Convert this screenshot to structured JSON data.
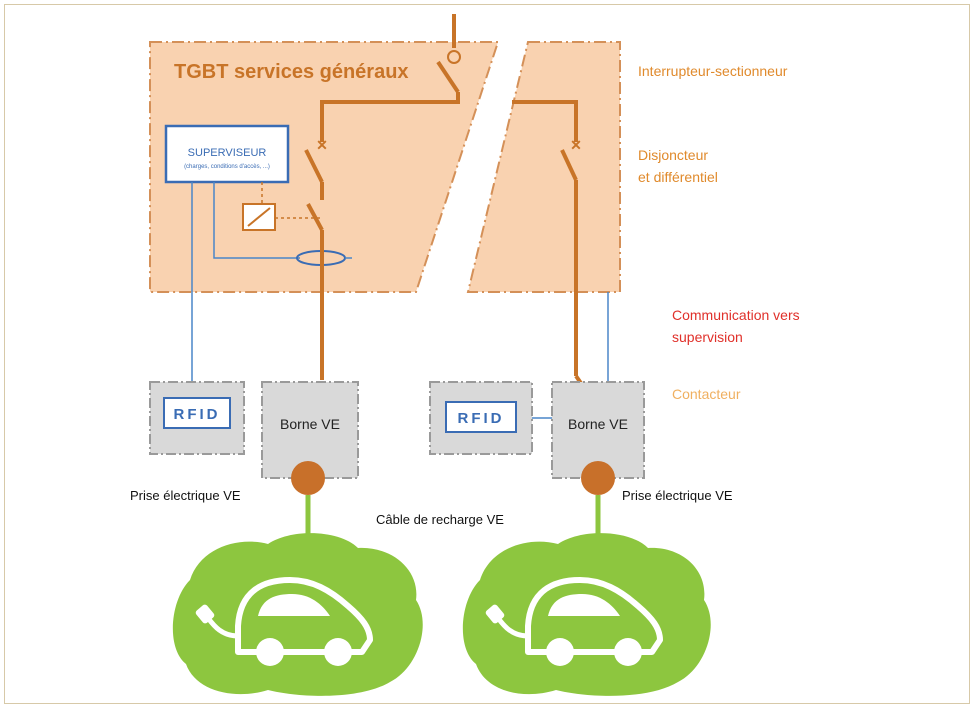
{
  "panel": {
    "title": "TGBT services généraux"
  },
  "supervisor": {
    "title": "SUPERVISEUR",
    "subtitle": "(charges, conditions d'accès, ...)"
  },
  "labels": {
    "switch": "Interrupteur-sectionneur",
    "breaker_line1": "Disjoncteur",
    "breaker_line2": "et différentiel",
    "comm_line1": "Communication vers",
    "comm_line2": "supervision",
    "contactor": "Contacteur",
    "socket_left": "Prise électrique VE",
    "socket_right": "Prise électrique VE",
    "cable": "Câble de recharge VE"
  },
  "units": {
    "left": {
      "rfid": "RFID",
      "terminal": "Borne VE"
    },
    "right": {
      "rfid": "RFID",
      "terminal": "Borne VE"
    }
  },
  "colors": {
    "power_line": "#c87428",
    "panel_fill": "#f9d2b0",
    "panel_border": "#d49058",
    "comm_line": "#4a86c8",
    "box_fill": "#d9d9d9",
    "ev_green": "#8dc63f",
    "orange_label": "#e08a2c",
    "red_label": "#e0302a",
    "contactor_label": "#f0b060"
  },
  "icons": [
    "ev-charging-car-icon",
    "ev-charging-car-icon"
  ]
}
